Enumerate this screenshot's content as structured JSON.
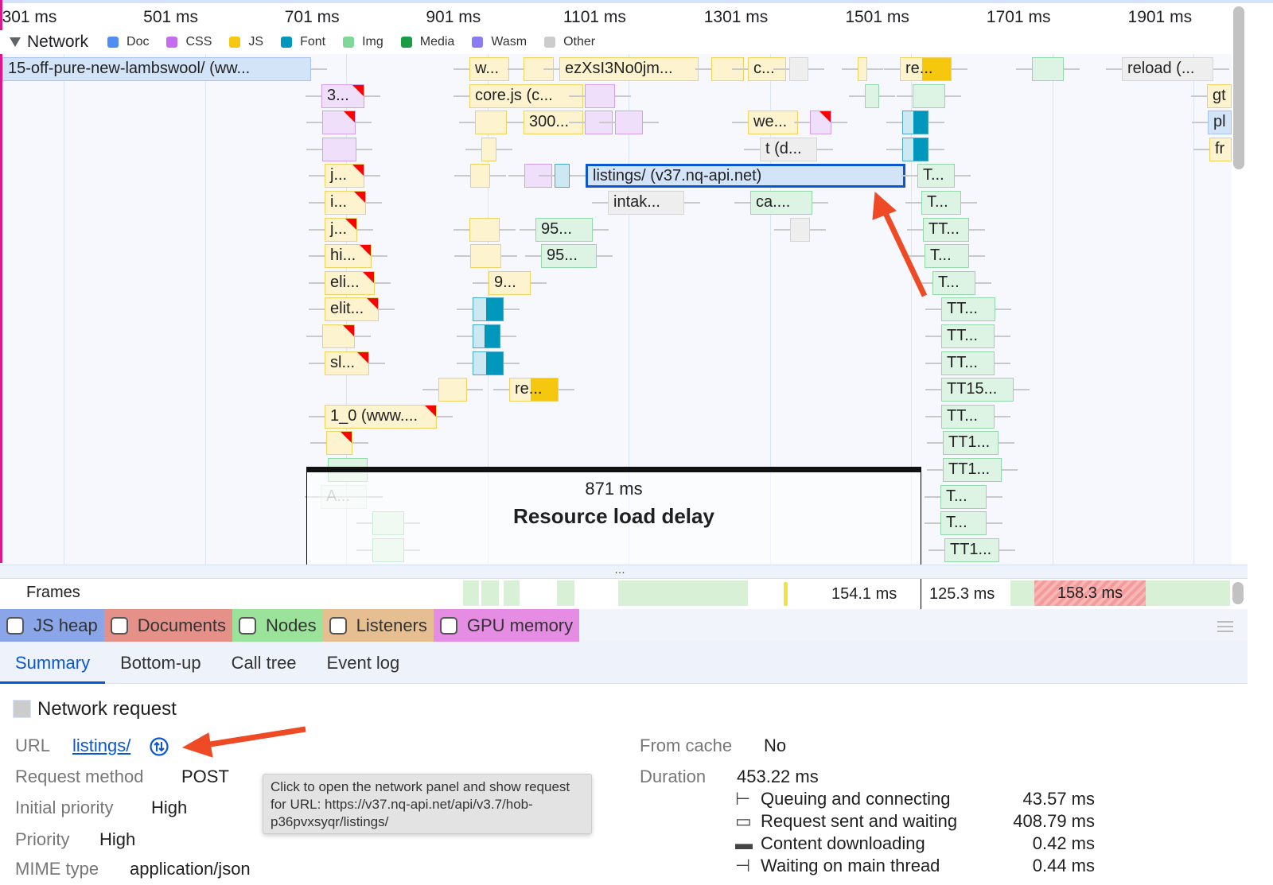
{
  "ruler": {
    "ticks": [
      "301 ms",
      "501 ms",
      "701 ms",
      "901 ms",
      "1101 ms",
      "1301 ms",
      "1501 ms",
      "1701 ms",
      "1901 ms"
    ]
  },
  "network": {
    "title": "Network",
    "legend": [
      {
        "label": "Doc",
        "color": "#4f8df5"
      },
      {
        "label": "CSS",
        "color": "#c56cf0"
      },
      {
        "label": "JS",
        "color": "#f5c70f"
      },
      {
        "label": "Font",
        "color": "#0097bd"
      },
      {
        "label": "Img",
        "color": "#7fd89a"
      },
      {
        "label": "Media",
        "color": "#1a9c45"
      },
      {
        "label": "Wasm",
        "color": "#8b7bf0"
      },
      {
        "label": "Other",
        "color": "#cccccc"
      }
    ],
    "requests": [
      {
        "label": "15-off-pure-new-lambswool/ (ww...",
        "type": "doc"
      },
      {
        "label": "w...",
        "type": "js"
      },
      {
        "label": "",
        "type": "js"
      },
      {
        "label": "ezXsI3No0jm...",
        "type": "js"
      },
      {
        "label": "",
        "type": "js"
      },
      {
        "label": "c...",
        "type": "js"
      },
      {
        "label": "",
        "type": "other"
      },
      {
        "label": "",
        "type": "js"
      },
      {
        "label": "re...",
        "type": "js"
      },
      {
        "label": "",
        "type": "img"
      },
      {
        "label": "reload (...",
        "type": "other"
      },
      {
        "label": "3...",
        "type": "css"
      },
      {
        "label": "core.js (c...",
        "type": "js"
      },
      {
        "label": "",
        "type": "css"
      },
      {
        "label": "",
        "type": "img"
      },
      {
        "label": "",
        "type": "img"
      },
      {
        "label": "gt",
        "type": "js"
      },
      {
        "label": "",
        "type": "css"
      },
      {
        "label": "",
        "type": "js"
      },
      {
        "label": "300...",
        "type": "js"
      },
      {
        "label": "",
        "type": "css"
      },
      {
        "label": "",
        "type": "css"
      },
      {
        "label": "we...",
        "type": "js"
      },
      {
        "label": "",
        "type": "css"
      },
      {
        "label": "",
        "type": "font"
      },
      {
        "label": "pl",
        "type": "doc"
      },
      {
        "label": "",
        "type": "css"
      },
      {
        "label": "",
        "type": "js"
      },
      {
        "label": "t (d...",
        "type": "other"
      },
      {
        "label": "",
        "type": "font"
      },
      {
        "label": "fr",
        "type": "js"
      },
      {
        "label": "j...",
        "type": "js"
      },
      {
        "label": "",
        "type": "js"
      },
      {
        "label": "",
        "type": "css"
      },
      {
        "label": "",
        "type": "font"
      },
      {
        "label": "listings/ (v37.nq-api.net)",
        "type": "doc"
      },
      {
        "label": "T...",
        "type": "img"
      },
      {
        "label": "i...",
        "type": "js"
      },
      {
        "label": "intak...",
        "type": "other"
      },
      {
        "label": "ca....",
        "type": "img"
      },
      {
        "label": "T...",
        "type": "img"
      },
      {
        "label": "j...",
        "type": "js"
      },
      {
        "label": "",
        "type": "js"
      },
      {
        "label": "95...",
        "type": "img"
      },
      {
        "label": "",
        "type": "other"
      },
      {
        "label": "TT...",
        "type": "img"
      },
      {
        "label": "hi...",
        "type": "js"
      },
      {
        "label": "",
        "type": "js"
      },
      {
        "label": "95...",
        "type": "img"
      },
      {
        "label": "T...",
        "type": "img"
      },
      {
        "label": "eli...",
        "type": "js"
      },
      {
        "label": "9...",
        "type": "js"
      },
      {
        "label": "T...",
        "type": "img"
      },
      {
        "label": "elit...",
        "type": "js"
      },
      {
        "label": "",
        "type": "font"
      },
      {
        "label": "TT...",
        "type": "img"
      },
      {
        "label": "",
        "type": "js"
      },
      {
        "label": "",
        "type": "font"
      },
      {
        "label": "TT...",
        "type": "img"
      },
      {
        "label": "sl...",
        "type": "js"
      },
      {
        "label": "",
        "type": "font"
      },
      {
        "label": "TT...",
        "type": "img"
      },
      {
        "label": "",
        "type": "js"
      },
      {
        "label": "re...",
        "type": "js"
      },
      {
        "label": "TT15...",
        "type": "img"
      },
      {
        "label": "1_0 (www....",
        "type": "js"
      },
      {
        "label": "TT...",
        "type": "img"
      },
      {
        "label": "",
        "type": "js"
      },
      {
        "label": "TT1...",
        "type": "img"
      },
      {
        "label": "",
        "type": "img"
      },
      {
        "label": "TT1...",
        "type": "img"
      },
      {
        "label": "A...",
        "type": "img"
      },
      {
        "label": "T...",
        "type": "img"
      },
      {
        "label": "",
        "type": "img"
      },
      {
        "label": "T...",
        "type": "img"
      },
      {
        "label": "",
        "type": "img"
      },
      {
        "label": "TT1...",
        "type": "img"
      }
    ]
  },
  "overlay": {
    "duration": "871 ms",
    "label": "Resource load delay"
  },
  "frames": {
    "title": "Frames",
    "durations": [
      "154.1 ms",
      "125.3 ms",
      "158.3 ms"
    ]
  },
  "memory": [
    {
      "label": "JS heap",
      "color": "#8aa6e8",
      "checked": false
    },
    {
      "label": "Documents",
      "color": "#e5918a",
      "checked": false
    },
    {
      "label": "Nodes",
      "color": "#9be39a",
      "checked": false
    },
    {
      "label": "Listeners",
      "color": "#e5bf91",
      "checked": false
    },
    {
      "label": "GPU memory",
      "color": "#e58ce3",
      "checked": false
    }
  ],
  "tabs": [
    "Summary",
    "Bottom-up",
    "Call tree",
    "Event log"
  ],
  "summary": {
    "title": "Network request",
    "url_label": "URL",
    "url": "listings/",
    "method_label": "Request method",
    "method": "POST",
    "initial_priority_label": "Initial priority",
    "initial_priority": "High",
    "priority_label": "Priority",
    "priority": "High",
    "mime_label": "MIME type",
    "mime": "application/json",
    "cache_label": "From cache",
    "cache": "No",
    "duration_label": "Duration",
    "duration": "453.22 ms",
    "timing": [
      {
        "label": "Queuing and connecting",
        "value": "43.57 ms"
      },
      {
        "label": "Request sent and waiting",
        "value": "408.79 ms"
      },
      {
        "label": "Content downloading",
        "value": "0.42 ms"
      },
      {
        "label": "Waiting on main thread",
        "value": "0.44 ms"
      }
    ],
    "tooltip": "Click to open the network panel and show request for URL: https://v37.nq-api.net/api/v3.7/hob-p36pvxsyqr/listings/"
  }
}
